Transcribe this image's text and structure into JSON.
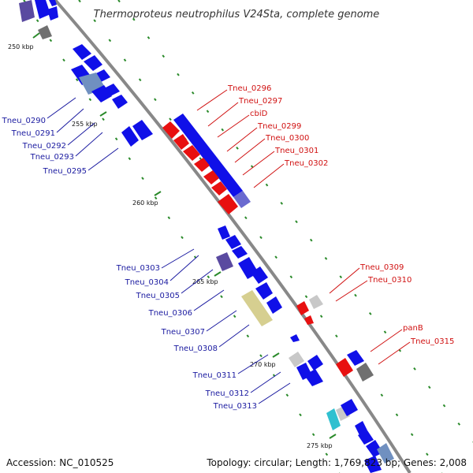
{
  "title": "Thermoproteus neutrophilus V24Sta, complete genome",
  "accession_text": "Accession: NC_010525",
  "topology_text": "Topology: circular; Length: 1,769,823 bp; Genes: 2,008",
  "scale_labels": [
    "250 kbp",
    "255 kbp",
    "260 kbp",
    "265 kbp",
    "270 kbp",
    "275 kbp"
  ],
  "colors": {
    "forward": "#1010e8",
    "reverse": "#e81010",
    "backbone": "#888888",
    "label_blue": "#1a1aa0",
    "label_red": "#d01010",
    "slate": "#5a4aa0",
    "gray": "#707070",
    "light_gray": "#c8c8c8",
    "khaki": "#d6cf90",
    "steel": "#7090c0",
    "cyan": "#30c0d0",
    "tick": "#2a8a2a"
  },
  "left_labels": [
    "Tneu_0290",
    "Tneu_0291",
    "Tneu_0292",
    "Tneu_0293",
    "Tneu_0295",
    "Tneu_0303",
    "Tneu_0304",
    "Tneu_0305",
    "Tneu_0306",
    "Tneu_0307",
    "Tneu_0308",
    "Tneu_0311",
    "Tneu_0312",
    "Tneu_0313"
  ],
  "right_labels": [
    "Tneu_0296",
    "Tneu_0297",
    "cbiD",
    "Tneu_0299",
    "Tneu_0300",
    "Tneu_0301",
    "Tneu_0302",
    "Tneu_0309",
    "Tneu_0310",
    "panB",
    "Tneu_0315"
  ]
}
